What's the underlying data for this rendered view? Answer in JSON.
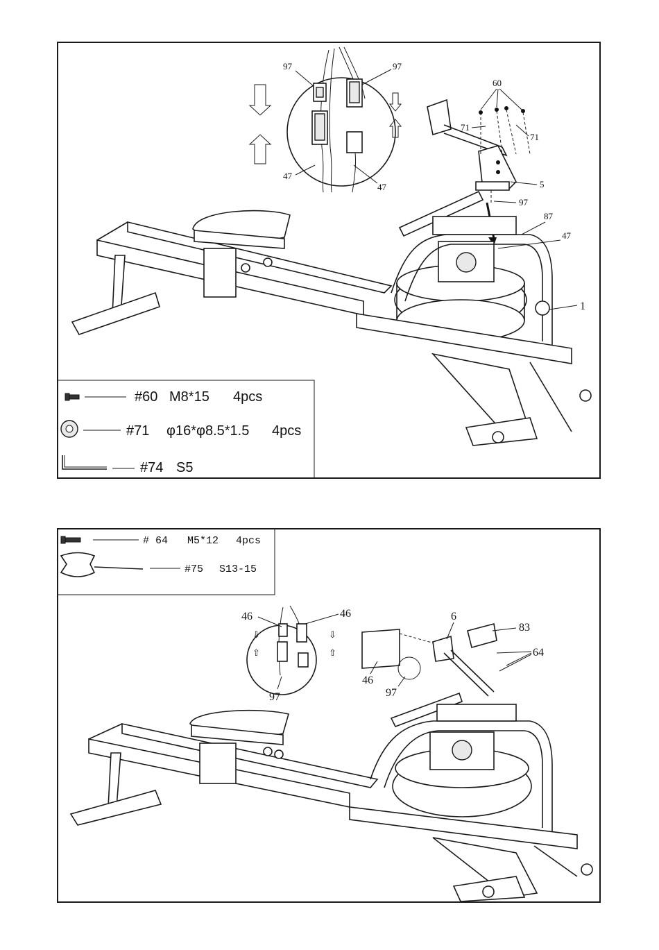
{
  "step1": {
    "hardware": [
      {
        "id": "#60",
        "spec": "M8*15",
        "qty": "4pcs",
        "icon": "bolt-icon"
      },
      {
        "id": "#71",
        "spec": "φ16*φ8.5*1.5",
        "qty": "4pcs",
        "icon": "washer-icon"
      },
      {
        "id": "#74",
        "spec": "S5",
        "qty": "",
        "icon": "allen-key-icon"
      }
    ],
    "callouts": {
      "c97a": "97",
      "c97b": "97",
      "c47a": "47",
      "c47b": "47",
      "c60": "60",
      "c71a": "71",
      "c71b": "71",
      "c5": "5",
      "c97c": "97",
      "c87": "87",
      "c47c": "47",
      "c1": "1"
    }
  },
  "step2": {
    "hardware": [
      {
        "id": "# 64",
        "spec": "M5*12",
        "qty": "4pcs",
        "icon": "screw-icon"
      },
      {
        "id": "#75",
        "spec": "S13-15",
        "qty": "",
        "icon": "wrench-icon"
      }
    ],
    "callouts": {
      "c46a": "46",
      "c46b": "46",
      "c97a": "97",
      "c6": "6",
      "c83": "83",
      "c64": "64",
      "c46c": "46",
      "c97b": "97"
    }
  }
}
